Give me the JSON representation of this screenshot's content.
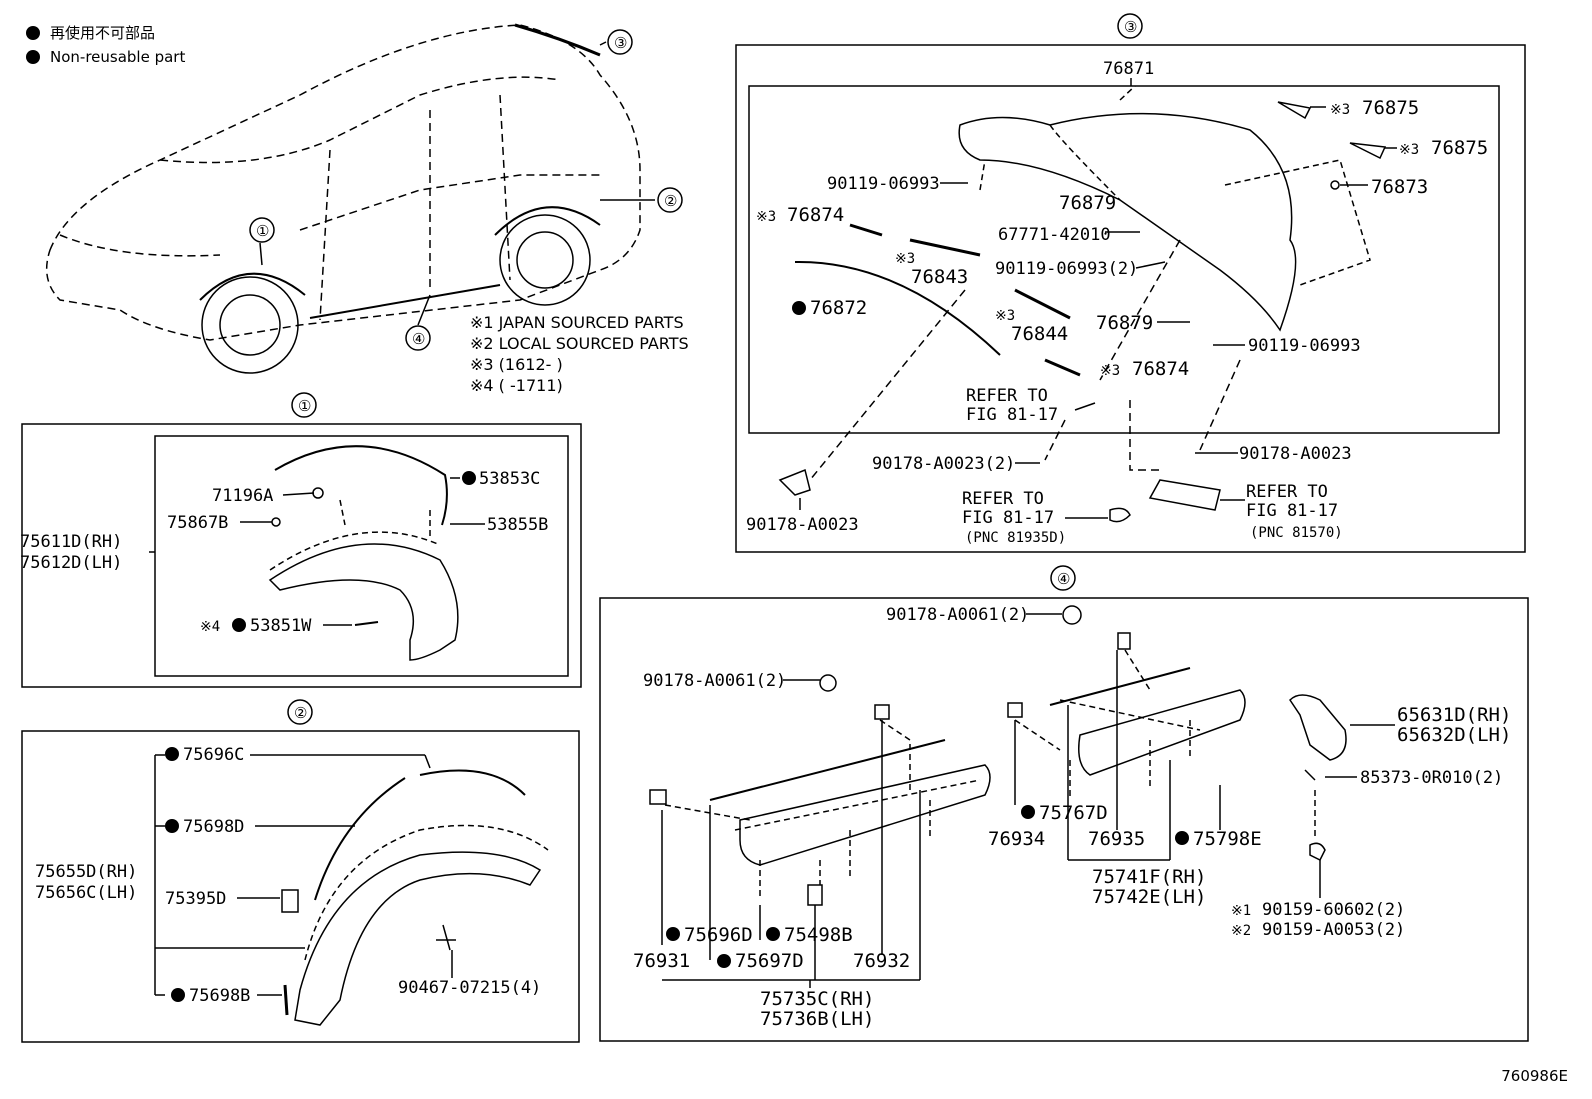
{
  "legend": {
    "jp": "再使用不可部品",
    "en": "Non-reusable part"
  },
  "notes": [
    "※1 JAPAN SOURCED PARTS",
    "※2 LOCAL SOURCED PARTS",
    "※3 (1612-        )",
    "※4 (        -1711)"
  ],
  "callouts": [
    "①",
    "②",
    "③",
    "④"
  ],
  "document_id": "760986E",
  "section1": {
    "assembly": [
      "75611D(RH)",
      "75612D(LH)"
    ],
    "parts": [
      "71196A",
      "75867B",
      "53853C",
      "53855B",
      "53851W"
    ],
    "note_mark": "※4"
  },
  "section2": {
    "assembly": [
      "75655D(RH)",
      "75656C(LH)"
    ],
    "parts": [
      "75696C",
      "75698D",
      "75395D",
      "75698B",
      "90467-07215(4)"
    ]
  },
  "section3": {
    "assembly": "76871",
    "parts": [
      "76875",
      "76875",
      "76873",
      "90119-06993",
      "76879",
      "67771-42010",
      "90119-06993(2)",
      "76874",
      "76843",
      "76872",
      "76844",
      "76879",
      "90119-06993",
      "76874",
      "90178-A0023(2)",
      "90178-A0023",
      "90178-A0023"
    ],
    "refer1": [
      "REFER TO",
      "FIG 81-17"
    ],
    "refer2": [
      "REFER TO",
      "FIG 81-17",
      "(PNC 81935D)"
    ],
    "refer3": [
      "REFER TO",
      "FIG 81-17",
      "(PNC 81570)"
    ],
    "note_mark": "※3"
  },
  "section4": {
    "assembly_left": [
      "75735C(RH)",
      "75736B(LH)"
    ],
    "assembly_right": [
      "75741F(RH)",
      "75742E(LH)"
    ],
    "guard": [
      "65631D(RH)",
      "65632D(LH)"
    ],
    "parts": [
      "90178-A0061(2)",
      "90178-A0061(2)",
      "85373-0R010(2)",
      "75767D",
      "76934",
      "76935",
      "75798E",
      "75696D",
      "75498B",
      "76931",
      "75697D",
      "76932"
    ],
    "fasteners": [
      "90159-60602(2)",
      "90159-A0053(2)"
    ],
    "fastener_marks": [
      "※1",
      "※2"
    ]
  }
}
